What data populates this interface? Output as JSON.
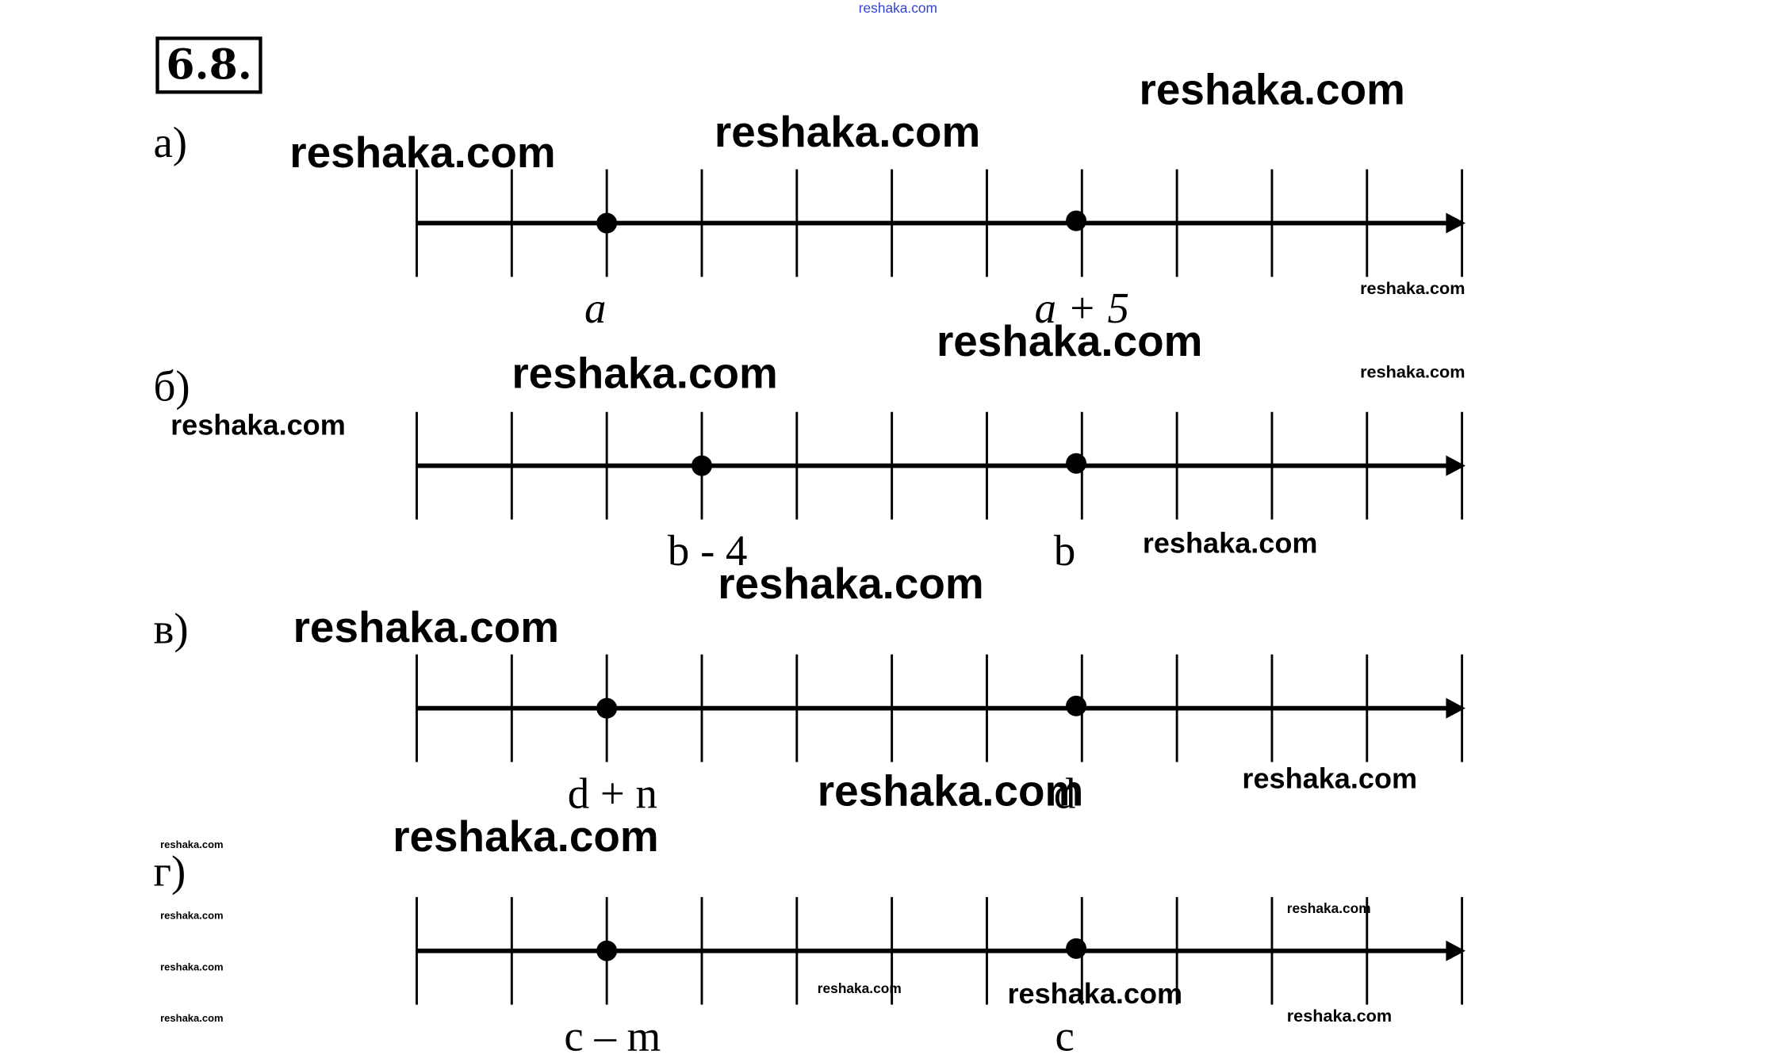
{
  "title": "6.8.",
  "watermark_text": "reshaka.com",
  "parts": [
    {
      "label": "а)",
      "points": [
        {
          "tick": 2,
          "text": "a",
          "italic": true
        },
        {
          "tick": 7,
          "text": "a + 5",
          "italic": true
        }
      ]
    },
    {
      "label": "б)",
      "points": [
        {
          "tick": 3,
          "text": "b - 4",
          "italic": false
        },
        {
          "tick": 7,
          "text": "b",
          "italic": false
        }
      ]
    },
    {
      "label": "в)",
      "points": [
        {
          "tick": 2,
          "text": "d + n",
          "italic": false
        },
        {
          "tick": 7,
          "text": "d",
          "italic": false
        }
      ]
    },
    {
      "label": "г)",
      "points": [
        {
          "tick": 2,
          "text": "c – m",
          "italic": false
        },
        {
          "tick": 7,
          "text": "c",
          "italic": false
        }
      ]
    }
  ],
  "tick_count": 12
}
